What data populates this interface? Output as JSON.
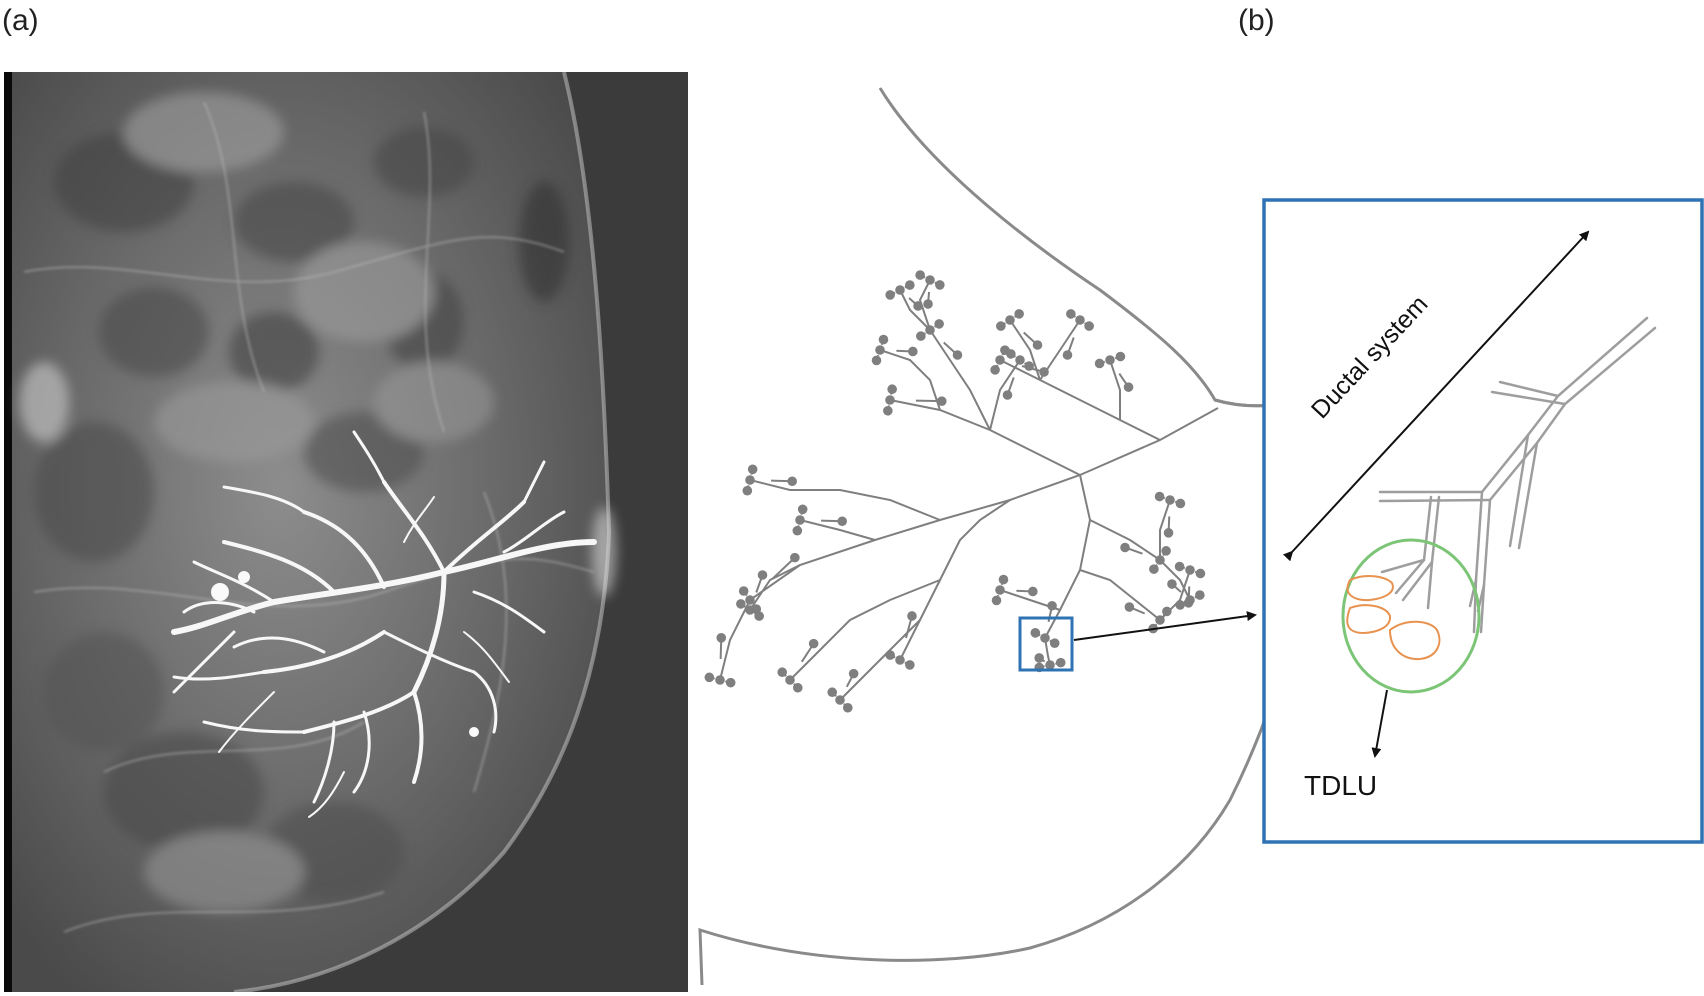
{
  "panels": {
    "a": {
      "label": "(a)"
    },
    "b": {
      "label": "(b)"
    }
  },
  "diagram": {
    "ductal_label": "Ductal system",
    "tdlu_label": "TDLU"
  },
  "colors": {
    "outline": "#8a8a8a",
    "inset_border": "#2f73b5",
    "tdlu_circle": "#7cc576",
    "lobule": "#e8924f",
    "mammo_bg": "#3b3b3b"
  }
}
